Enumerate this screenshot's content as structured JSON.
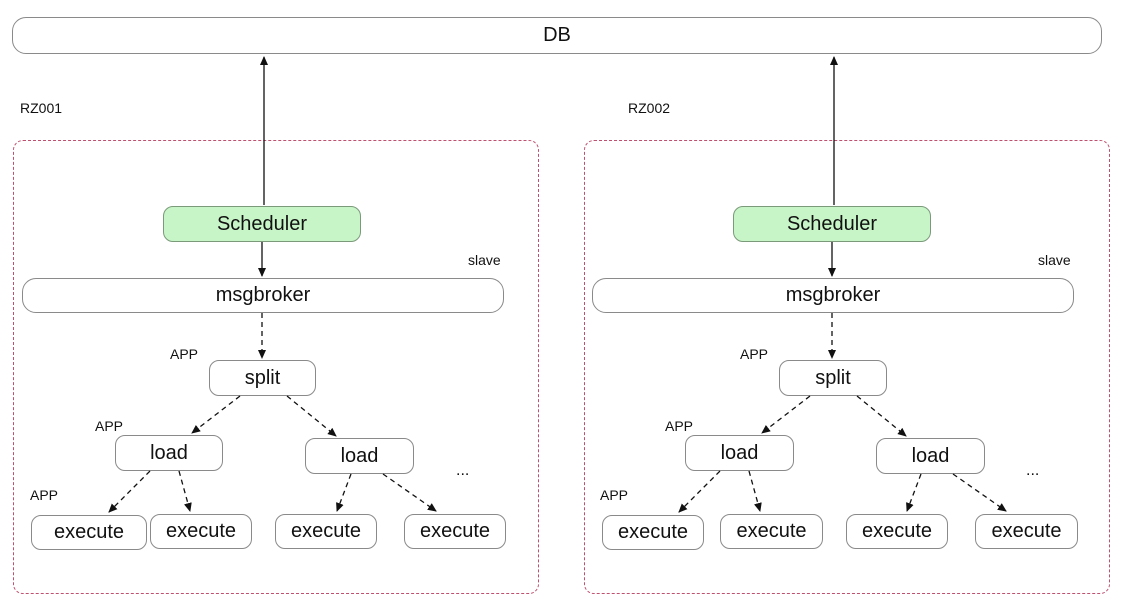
{
  "db": {
    "label": "DB"
  },
  "regions": [
    {
      "name": "RZ001",
      "scheduler": "Scheduler",
      "broker": "msgbroker",
      "role": "slave",
      "split": "split",
      "loads": [
        "load",
        "load"
      ],
      "executes": [
        "execute",
        "execute",
        "execute",
        "execute"
      ],
      "app_labels": [
        "APP",
        "APP",
        "APP"
      ],
      "ellipsis": "..."
    },
    {
      "name": "RZ002",
      "scheduler": "Scheduler",
      "broker": "msgbroker",
      "role": "slave",
      "split": "split",
      "loads": [
        "load",
        "load"
      ],
      "executes": [
        "execute",
        "execute",
        "execute",
        "execute"
      ],
      "app_labels": [
        "APP",
        "APP",
        "APP"
      ],
      "ellipsis": "..."
    }
  ],
  "colors": {
    "scheduler_fill": "#c8f5c8",
    "region_border": "#c0506f"
  }
}
